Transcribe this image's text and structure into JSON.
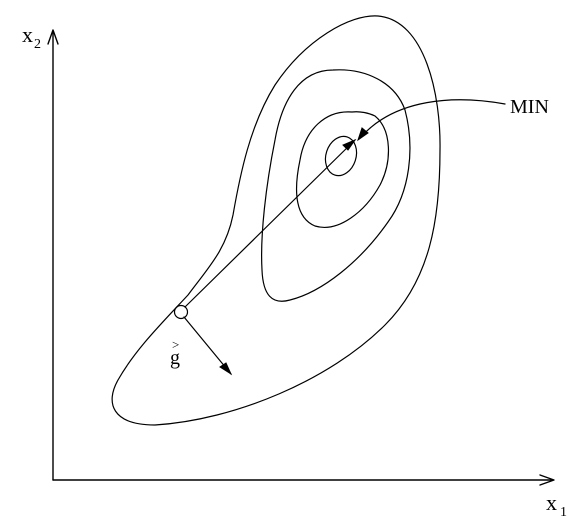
{
  "axes": {
    "x_label": "x",
    "x_subscript": "1",
    "y_label": "x",
    "y_subscript": "2"
  },
  "annotations": {
    "min_label": "MIN",
    "gradient_label": "g",
    "gradient_vector_mark": ">"
  },
  "style": {
    "line_color": "#000000",
    "background": "#ffffff"
  }
}
